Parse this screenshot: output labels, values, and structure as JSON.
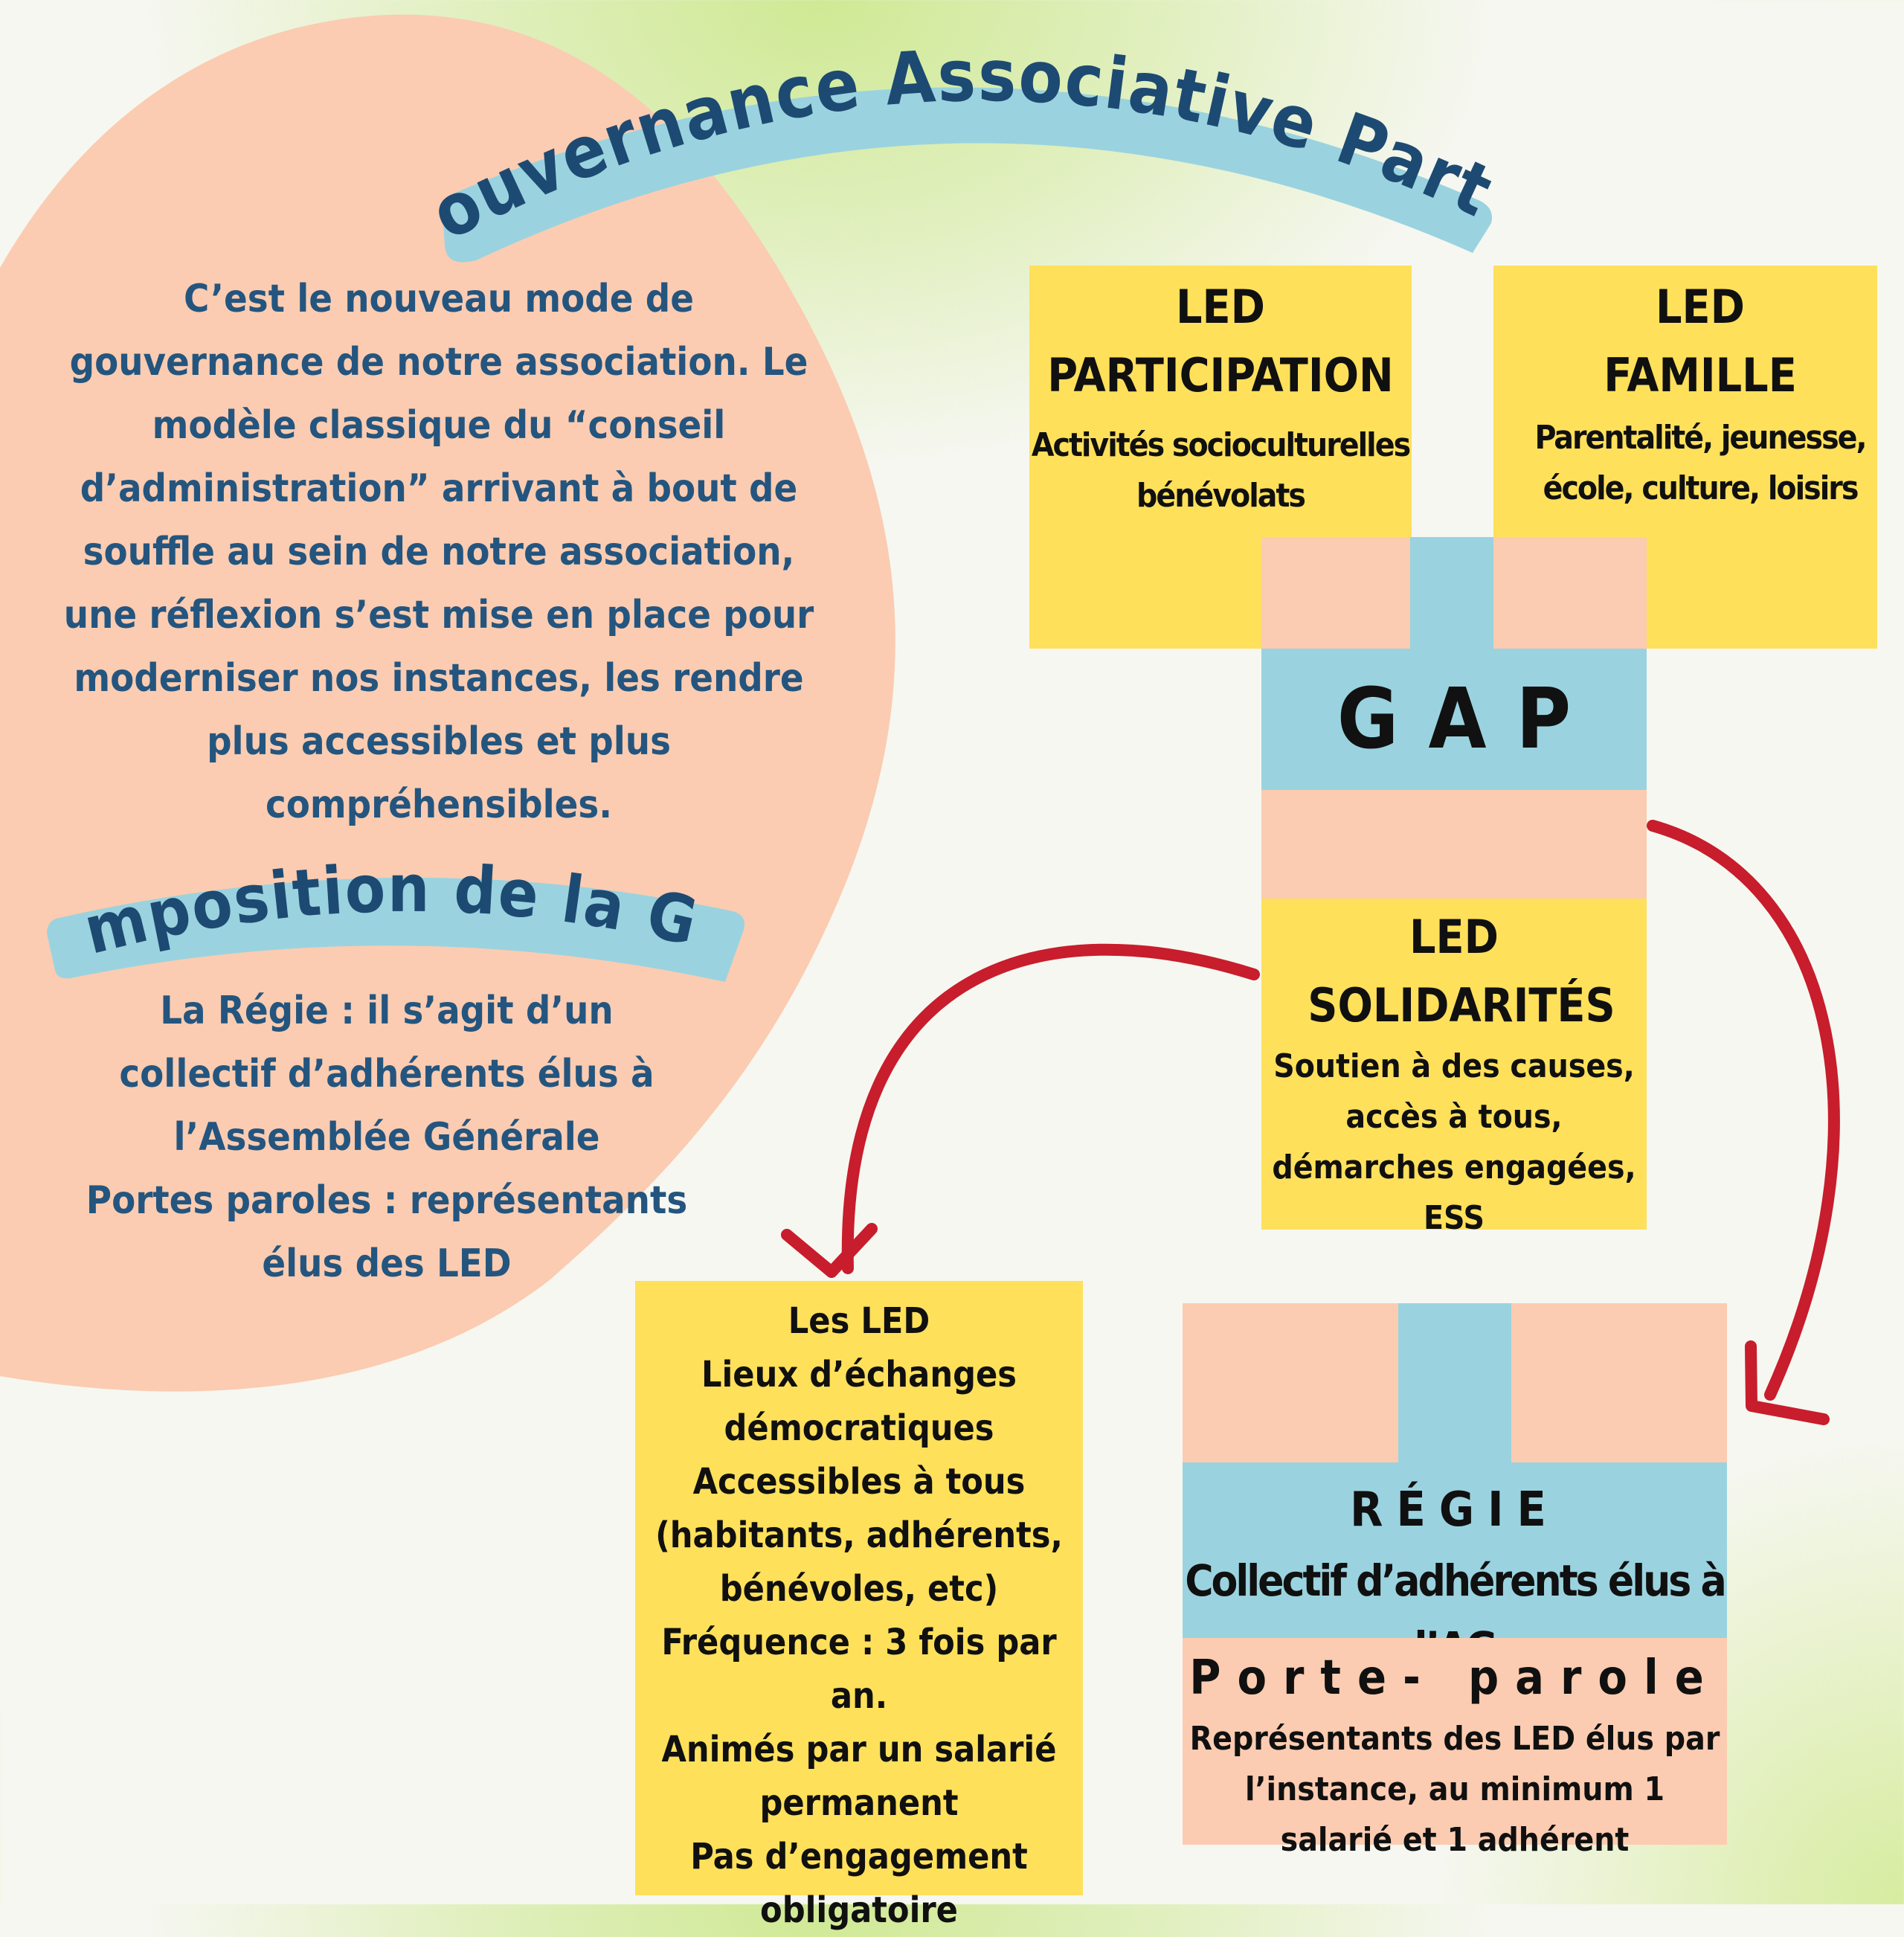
{
  "header": {
    "title": "La Gouvernance Associative Partagée"
  },
  "intro": {
    "text": "C’est le nouveau mode de gouvernance de notre association. Le modèle classique du “conseil d’administration” arrivant à bout de souffle au sein de notre association, une réflexion s’est mise en place pour moderniser nos instances, les rendre plus accessibles et plus compréhensibles."
  },
  "composition": {
    "title": "Composition de la GAP",
    "lines": [
      "La Régie : il s’agit d’un",
      "collectif d’adhérents élus à",
      "l’Assemblée Générale",
      "Portes paroles : représentants",
      "élus des LED"
    ]
  },
  "diagram": {
    "led_participation": {
      "title_1": "LED",
      "title_2": "PARTICIPATION",
      "desc_1": "Activités socioculturelles",
      "desc_2": "bénévolats"
    },
    "led_famille": {
      "title_1": "LED",
      "title_2": "FAMILLE",
      "desc_1": "Parentalité, jeunesse,",
      "desc_2": "école, culture, loisirs"
    },
    "gap": {
      "label": "GAP"
    },
    "led_solidarites": {
      "title_1": "LED",
      "title_2": "SOLIDARITÉS",
      "desc_1": "Soutien à des causes,",
      "desc_2": "accès à tous,",
      "desc_3": "démarches engagées, ESS"
    },
    "les_led": {
      "lines": [
        "Les LED",
        "Lieux d’échanges",
        "démocratiques",
        "Accessibles à tous",
        "(habitants, adhérents,",
        "bénévoles, etc)",
        "Fréquence : 3 fois par an.",
        "Animés par un salarié",
        "permanent",
        "Pas d’engagement",
        "obligatoire"
      ]
    },
    "regie": {
      "label": "RÉGIE",
      "desc": "Collectif d’adhérents élus à l’AG"
    },
    "porte_parole": {
      "label": "Porte- parole",
      "desc": "Représentants des LED élus par l’instance, au minimum 1 salarié et 1 adhérent"
    }
  },
  "colors": {
    "yellow": "#fee05b",
    "peach": "#fbccb1",
    "blue": "#9ad3df",
    "title_text": "#1d4a72",
    "body_text": "#24557f",
    "arrow": "#c81d2c",
    "green_glow": "#cfe994"
  }
}
